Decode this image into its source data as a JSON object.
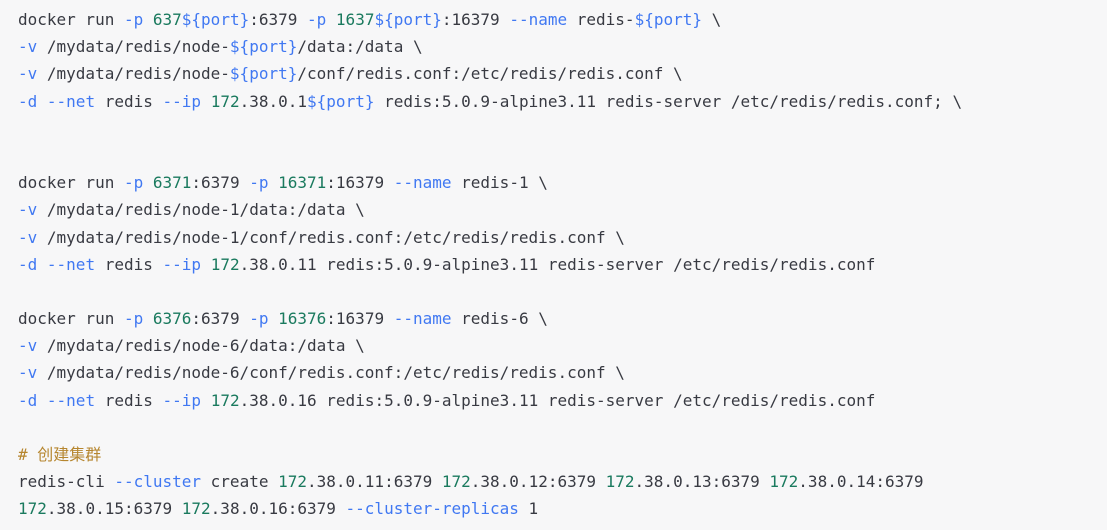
{
  "colors": {
    "background": "#f7f7f8",
    "plain": "#383a42",
    "flag": "#4078f2",
    "number": "#1a7a5e",
    "variable": "#4078f2",
    "comment": "#b6862f"
  },
  "code": {
    "language": "shell",
    "lines": [
      [
        {
          "t": "docker run ",
          "k": "plain"
        },
        {
          "t": "-p",
          "k": "flag"
        },
        {
          "t": " ",
          "k": "plain"
        },
        {
          "t": "637",
          "k": "num"
        },
        {
          "t": "${port}",
          "k": "var"
        },
        {
          "t": ":6379 ",
          "k": "plain"
        },
        {
          "t": "-p",
          "k": "flag"
        },
        {
          "t": " ",
          "k": "plain"
        },
        {
          "t": "1637",
          "k": "num"
        },
        {
          "t": "${port}",
          "k": "var"
        },
        {
          "t": ":16379 ",
          "k": "plain"
        },
        {
          "t": "--name",
          "k": "flag"
        },
        {
          "t": " redis-",
          "k": "plain"
        },
        {
          "t": "${port}",
          "k": "var"
        },
        {
          "t": " \\",
          "k": "plain"
        }
      ],
      [
        {
          "t": "-v",
          "k": "flag"
        },
        {
          "t": " /mydata/redis/node-",
          "k": "plain"
        },
        {
          "t": "${port}",
          "k": "var"
        },
        {
          "t": "/data:/data \\",
          "k": "plain"
        }
      ],
      [
        {
          "t": "-v",
          "k": "flag"
        },
        {
          "t": " /mydata/redis/node-",
          "k": "plain"
        },
        {
          "t": "${port}",
          "k": "var"
        },
        {
          "t": "/conf/redis.conf:/etc/redis/redis.conf \\",
          "k": "plain"
        }
      ],
      [
        {
          "t": "-d",
          "k": "flag"
        },
        {
          "t": " ",
          "k": "plain"
        },
        {
          "t": "--net",
          "k": "flag"
        },
        {
          "t": " redis ",
          "k": "plain"
        },
        {
          "t": "--ip",
          "k": "flag"
        },
        {
          "t": " ",
          "k": "plain"
        },
        {
          "t": "172",
          "k": "num"
        },
        {
          "t": ".38.0.1",
          "k": "plain"
        },
        {
          "t": "${port}",
          "k": "var"
        },
        {
          "t": " redis:5.0.9-alpine3.11 redis-server /etc/redis/redis.conf; \\",
          "k": "plain"
        }
      ],
      [],
      [],
      [
        {
          "t": "docker run ",
          "k": "plain"
        },
        {
          "t": "-p",
          "k": "flag"
        },
        {
          "t": " ",
          "k": "plain"
        },
        {
          "t": "6371",
          "k": "num"
        },
        {
          "t": ":6379 ",
          "k": "plain"
        },
        {
          "t": "-p",
          "k": "flag"
        },
        {
          "t": " ",
          "k": "plain"
        },
        {
          "t": "16371",
          "k": "num"
        },
        {
          "t": ":16379 ",
          "k": "plain"
        },
        {
          "t": "--name",
          "k": "flag"
        },
        {
          "t": " redis-1 \\",
          "k": "plain"
        }
      ],
      [
        {
          "t": "-v",
          "k": "flag"
        },
        {
          "t": " /mydata/redis/node-1/data:/data \\",
          "k": "plain"
        }
      ],
      [
        {
          "t": "-v",
          "k": "flag"
        },
        {
          "t": " /mydata/redis/node-1/conf/redis.conf:/etc/redis/redis.conf \\",
          "k": "plain"
        }
      ],
      [
        {
          "t": "-d",
          "k": "flag"
        },
        {
          "t": " ",
          "k": "plain"
        },
        {
          "t": "--net",
          "k": "flag"
        },
        {
          "t": " redis ",
          "k": "plain"
        },
        {
          "t": "--ip",
          "k": "flag"
        },
        {
          "t": " ",
          "k": "plain"
        },
        {
          "t": "172",
          "k": "num"
        },
        {
          "t": ".38.0.11 redis:5.0.9-alpine3.11 redis-server /etc/redis/redis.conf",
          "k": "plain"
        }
      ],
      [],
      [
        {
          "t": "docker run ",
          "k": "plain"
        },
        {
          "t": "-p",
          "k": "flag"
        },
        {
          "t": " ",
          "k": "plain"
        },
        {
          "t": "6376",
          "k": "num"
        },
        {
          "t": ":6379 ",
          "k": "plain"
        },
        {
          "t": "-p",
          "k": "flag"
        },
        {
          "t": " ",
          "k": "plain"
        },
        {
          "t": "16376",
          "k": "num"
        },
        {
          "t": ":16379 ",
          "k": "plain"
        },
        {
          "t": "--name",
          "k": "flag"
        },
        {
          "t": " redis-6 \\",
          "k": "plain"
        }
      ],
      [
        {
          "t": "-v",
          "k": "flag"
        },
        {
          "t": " /mydata/redis/node-6/data:/data \\",
          "k": "plain"
        }
      ],
      [
        {
          "t": "-v",
          "k": "flag"
        },
        {
          "t": " /mydata/redis/node-6/conf/redis.conf:/etc/redis/redis.conf \\",
          "k": "plain"
        }
      ],
      [
        {
          "t": "-d",
          "k": "flag"
        },
        {
          "t": " ",
          "k": "plain"
        },
        {
          "t": "--net",
          "k": "flag"
        },
        {
          "t": " redis ",
          "k": "plain"
        },
        {
          "t": "--ip",
          "k": "flag"
        },
        {
          "t": " ",
          "k": "plain"
        },
        {
          "t": "172",
          "k": "num"
        },
        {
          "t": ".38.0.16 redis:5.0.9-alpine3.11 redis-server /etc/redis/redis.conf",
          "k": "plain"
        }
      ],
      [],
      [
        {
          "t": "# 创建集群",
          "k": "comment"
        }
      ],
      [
        {
          "t": "redis-cli ",
          "k": "plain"
        },
        {
          "t": "--cluster",
          "k": "flag"
        },
        {
          "t": " create ",
          "k": "plain"
        },
        {
          "t": "172",
          "k": "num"
        },
        {
          "t": ".38.0.11:6379 ",
          "k": "plain"
        },
        {
          "t": "172",
          "k": "num"
        },
        {
          "t": ".38.0.12:6379 ",
          "k": "plain"
        },
        {
          "t": "172",
          "k": "num"
        },
        {
          "t": ".38.0.13:6379 ",
          "k": "plain"
        },
        {
          "t": "172",
          "k": "num"
        },
        {
          "t": ".38.0.14:6379",
          "k": "plain"
        }
      ],
      [
        {
          "t": "172",
          "k": "num"
        },
        {
          "t": ".38.0.15:6379 ",
          "k": "plain"
        },
        {
          "t": "172",
          "k": "num"
        },
        {
          "t": ".38.0.16:6379 ",
          "k": "plain"
        },
        {
          "t": "--cluster-replicas",
          "k": "flag"
        },
        {
          "t": " 1",
          "k": "plain"
        }
      ]
    ]
  }
}
